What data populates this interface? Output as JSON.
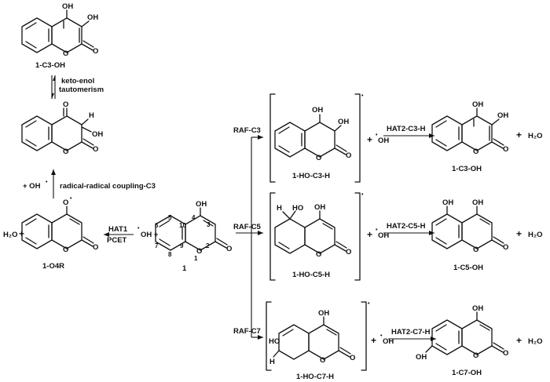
{
  "figure": {
    "c3_oh_label": "1-C3-OH",
    "tautomerism_line1": "keto-enol",
    "tautomerism_line2": "tautomerism",
    "coupling_label": "radical-radical  coupling-C3",
    "plus_oh": "+ OH",
    "o4r_label": "1-O4R",
    "water": "H₂O",
    "hat1": "HAT1",
    "pcet": "PCET",
    "oh_plus": "OH +",
    "compound1_label": "1",
    "raf_c3": "RAF-C3",
    "raf_c5": "RAF-C5",
    "raf_c7": "RAF-C7",
    "adduct_c3": "1-HO-C3-H",
    "adduct_c5": "1-HO-C5-H",
    "adduct_c7": "1-HO-C7-H",
    "hat2_c3": "HAT2-C3-H",
    "hat2_c5": "HAT2-C5-H",
    "hat2_c7": "HAT2-C7-H",
    "product_c3": "1-C3-OH",
    "product_c5": "1-C5-OH",
    "product_c7": "1-C7-OH",
    "oh_radical": "OH",
    "atoms": {
      "oh": "OH",
      "o": "O",
      "h": "H",
      "ho": "HO"
    },
    "ring_numbers": [
      "4",
      "3",
      "5",
      "6",
      "10",
      "7",
      "8",
      "9",
      "2",
      "1"
    ]
  }
}
